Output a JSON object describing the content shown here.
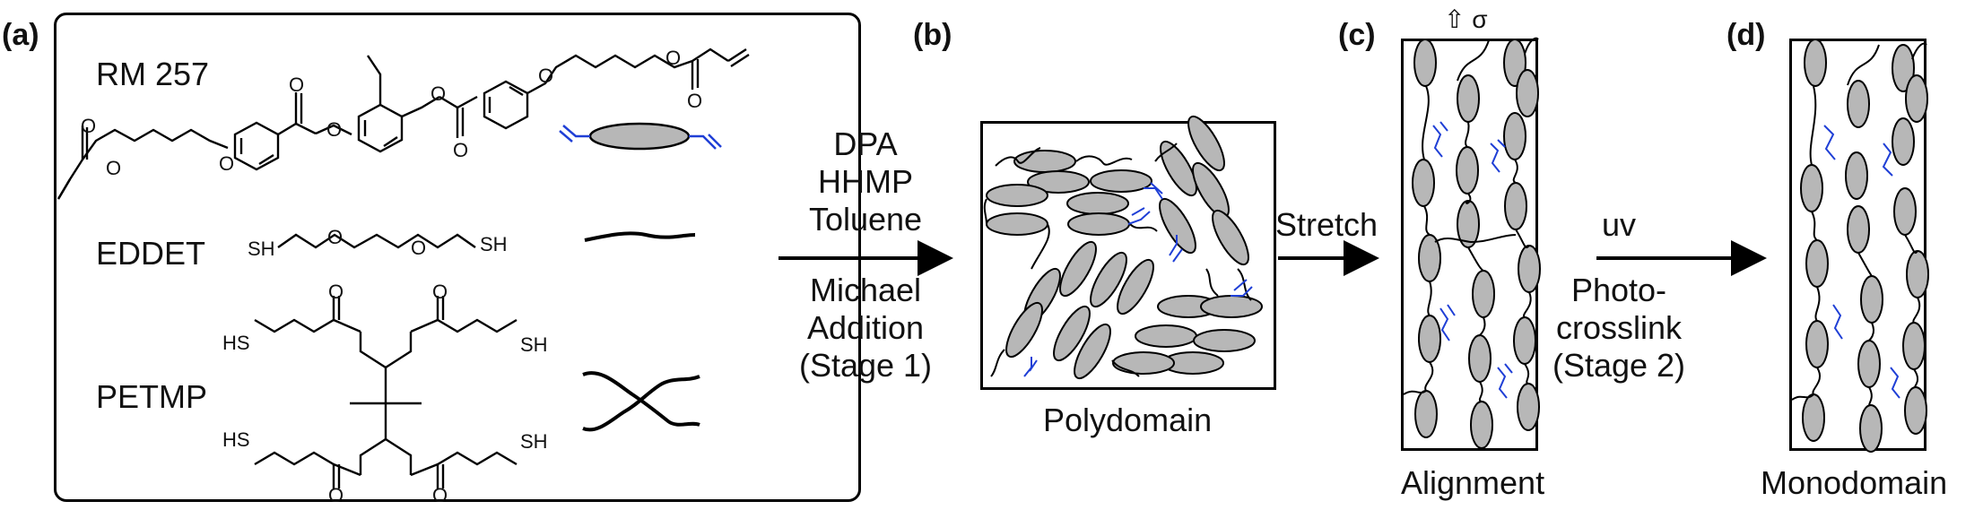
{
  "panels": {
    "a": "(a)",
    "b": "(b)",
    "c": "(c)",
    "d": "(d)"
  },
  "monomers": {
    "rm257": "RM 257",
    "eddet": "EDDET",
    "petmp": "PETMP"
  },
  "chem_atoms": {
    "o": "O",
    "sh": "SH",
    "hs": "HS"
  },
  "step1": {
    "reagents": [
      "DPA",
      "HHMP",
      "Toluene"
    ],
    "reaction": [
      "Michael",
      "Addition",
      "(Stage 1)"
    ]
  },
  "step2": {
    "label": "Stretch",
    "sigma": "⇧ σ"
  },
  "step3": {
    "label": "uv",
    "reaction": [
      "Photo-",
      "crosslink",
      "(Stage 2)"
    ]
  },
  "states": {
    "b": "Polydomain",
    "c": "Alignment",
    "d": "Monodomain"
  },
  "colors": {
    "mesogen_fill": "#b7b7b7",
    "vinyl_blue": "#1f3fd6",
    "stroke": "#000000"
  }
}
